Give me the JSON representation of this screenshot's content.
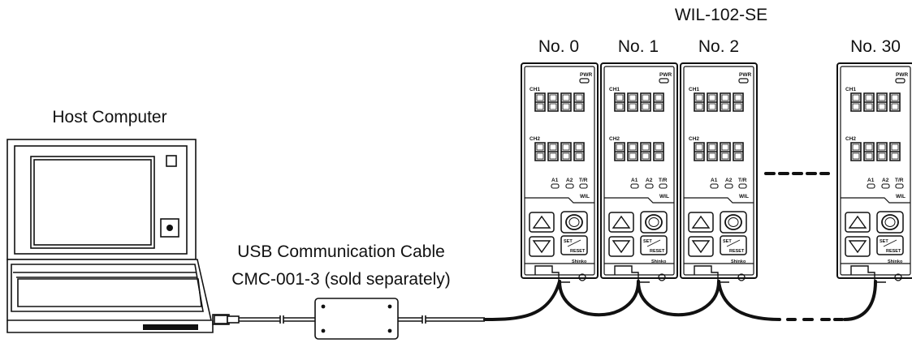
{
  "labels": {
    "model": "WIL-102-SE",
    "host": "Host Computer",
    "cable_line1": "USB Communication Cable",
    "cable_line2": "CMC-001-3 (sold separately)"
  },
  "units": [
    {
      "no": "No. 0"
    },
    {
      "no": "No. 1"
    },
    {
      "no": "No. 2"
    },
    {
      "no": "No. 30"
    }
  ],
  "panel": {
    "pwr": "PWR",
    "ch1": "CH1",
    "ch2": "CH2",
    "a1": "A1",
    "a2": "A2",
    "tr": "T/R",
    "brand": "WIL",
    "set": "SET",
    "reset": "RESET",
    "maker": "Shinko"
  }
}
